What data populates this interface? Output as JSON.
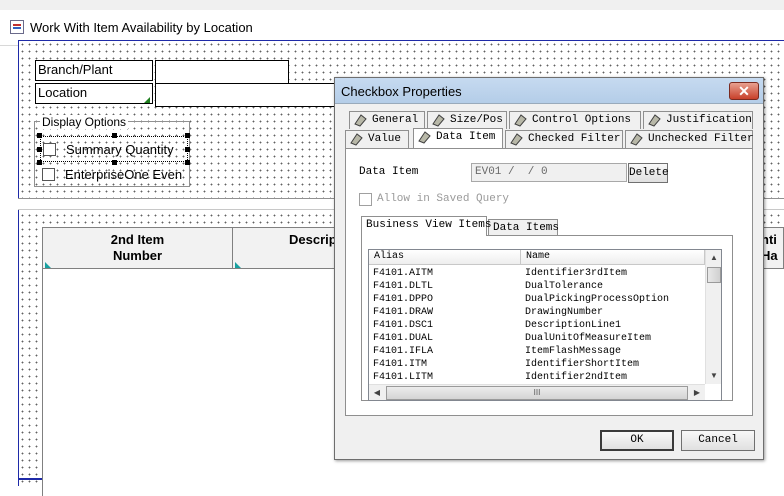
{
  "designer": {
    "title": "Work With Item Availability by Location",
    "branch_label": "Branch/Plant",
    "location_label": "Location",
    "display_options": "Display Options",
    "summary_quantity": "Summary Quantity",
    "enterprise_one": "EnterpriseOne Even",
    "grid_col1_line1": "2nd Item",
    "grid_col1_line2": "Number",
    "grid_col2": "Descrip",
    "grid_col3_line1": "nti",
    "grid_col3_line2": "Ha"
  },
  "dialog": {
    "title": "Checkbox Properties",
    "close_glyph": "✕",
    "tabs_row1": [
      "General",
      "Size/Pos",
      "Control Options",
      "Justification"
    ],
    "tabs_row2": [
      "Value",
      "Data Item",
      "Checked Filter",
      "Unchecked Filter"
    ],
    "data_item_label": "Data Item",
    "data_item_value": "EV01 /  / 0",
    "delete_label": "Delete",
    "allow_saved_query": "Allow in Saved Query",
    "subtabs": [
      "Business View Items",
      "Data Items"
    ],
    "list_headers": [
      "Alias",
      "Name"
    ],
    "list_rows": [
      {
        "alias": "F4101.AITM",
        "name": "Identifier3rdItem"
      },
      {
        "alias": "F4101.DLTL",
        "name": "DualTolerance"
      },
      {
        "alias": "F4101.DPPO",
        "name": "DualPickingProcessOption"
      },
      {
        "alias": "F4101.DRAW",
        "name": "DrawingNumber"
      },
      {
        "alias": "F4101.DSC1",
        "name": "DescriptionLine1"
      },
      {
        "alias": "F4101.DUAL",
        "name": "DualUnitOfMeasureItem"
      },
      {
        "alias": "F4101.IFLA",
        "name": "ItemFlashMessage"
      },
      {
        "alias": "F4101.ITM",
        "name": "IdentifierShortItem"
      },
      {
        "alias": "F4101.LITM",
        "name": "Identifier2ndItem"
      }
    ],
    "scroll_thumb_glyph": "III",
    "ok_label": "OK",
    "cancel_label": "Cancel"
  }
}
